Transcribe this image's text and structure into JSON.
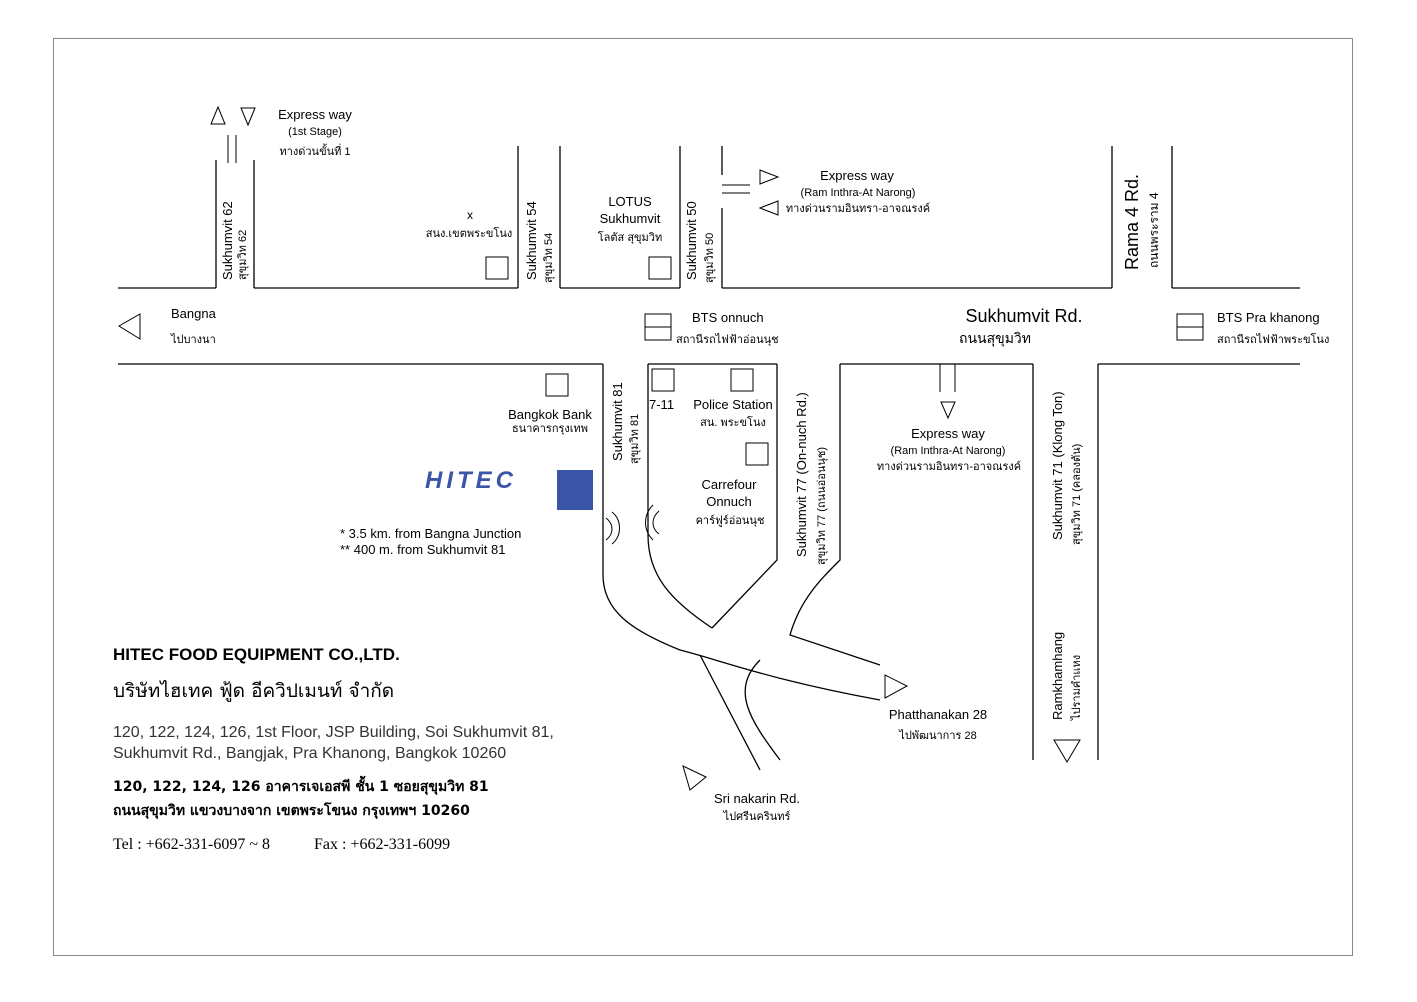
{
  "labels": {
    "expressway_1": "Express way",
    "expressway_1_sub": "(1st Stage)",
    "expressway_1_th": "ทางด่วนขั้นที่ 1",
    "expressway_2": "Express way",
    "expressway_2_sub": "(Ram Inthra-At Narong)",
    "expressway_2_th": "ทางด่วนรามอินทรา-อาจณรงค์",
    "expressway_3": "Express way",
    "expressway_3_sub": "(Ram Inthra-At Narong)",
    "expressway_3_th": "ทางด่วนรามอินทรา-อาจณรงค์",
    "sukhumvit_62": "Sukhumvit 62",
    "sukhumvit_62_th": "สุขุมวิท 62",
    "sukhumvit_54": "Sukhumvit 54",
    "sukhumvit_54_th": "สุขุมวิท 54",
    "sukhumvit_50": "Sukhumvit 50",
    "sukhumvit_50_th": "สุขุมวิท 50",
    "rama4": "Rama 4 Rd.",
    "rama4_th": "ถนนพระราม 4",
    "district_office": "x",
    "district_office_th": "สนง.เขตพระขโนง",
    "lotus": "LOTUS",
    "lotus_2": "Sukhumvit",
    "lotus_th": "โลตัส สุขุมวิท",
    "bangna": "Bangna",
    "bangna_th": "ไปบางนา",
    "bts_onnuch": "BTS onnuch",
    "bts_onnuch_th": "สถานีรถไฟฟ้าอ่อนนุช",
    "sukhumvit_rd": "Sukhumvit Rd.",
    "sukhumvit_rd_th": "ถนนสุขุมวิท",
    "bts_prakhanong": "BTS Pra khanong",
    "bts_prakhanong_th": "สถานีรถไฟฟ้าพระขโนง",
    "bangkok_bank": "Bangkok Bank",
    "bangkok_bank_th": "ธนาคารกรุงเทพ",
    "sukhumvit_81": "Sukhumvit 81",
    "sukhumvit_81_th": "สุขุมวิท 81",
    "seven_eleven": "7-11",
    "police_station": "Police Station",
    "police_station_th": "สน. พระขโนง",
    "carrefour": "Carrefour",
    "carrefour_2": "Onnuch",
    "carrefour_th": "คาร์ฟูร์อ่อนนุช",
    "sukhumvit_77": "Sukhumvit 77 (On-nuch Rd.)",
    "sukhumvit_77_th": "สุขุมวิท 77 (ถนนอ่อนนุช)",
    "sukhumvit_71": "Sukhumvit 71 (Klong Ton)",
    "sukhumvit_71_th": "สุขุมวิท 71 (คลองตัน)",
    "ramkhamhang": "Ramkhamhang",
    "ramkhamhang_th": "ไปรามคำแหง",
    "phatthanakan": "Phatthanakan 28",
    "phatthanakan_th": "ไปพัฒนาการ 28",
    "srinakarin": "Sri nakarin Rd.",
    "srinakarin_th": "ไปศรีนครินทร์",
    "logo": "HITEC",
    "note_1": "*  3.5 km. from Bangna Junction",
    "note_2": "** 400 m. from Sukhumvit 81"
  },
  "company": {
    "name": "HITEC FOOD EQUIPMENT CO.,LTD.",
    "name_th": "บริษัทไฮเทค ฟู้ด อีควิปเมนท์ จำกัด",
    "address_line_1": "120, 122, 124, 126, 1st Floor, JSP Building, Soi Sukhumvit 81,",
    "address_line_2": "Sukhumvit Rd., Bangjak, Pra Khanong, Bangkok  10260",
    "address_th_1": "120, 122, 124, 126 อาคารเจเอสพี ชั้น 1 ซอยสุขุมวิท 81",
    "address_th_2": "ถนนสุขุมวิท แขวงบางจาก เขตพระโขนง กรุงเทพฯ 10260",
    "tel": "Tel : +662-331-6097 ~ 8",
    "fax": "Fax : +662-331-6099"
  },
  "colors": {
    "logo_blue": "#3b56a8",
    "marker_blue": "#3a55a8",
    "frame": "#888888"
  }
}
